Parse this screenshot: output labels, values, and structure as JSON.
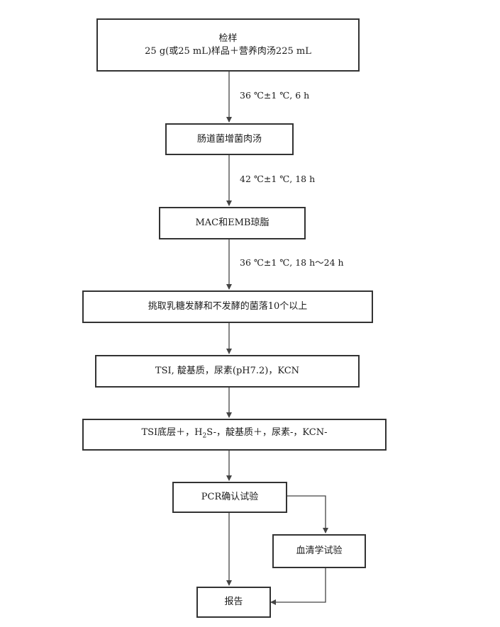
{
  "steps": {
    "sample": {
      "title": "检样",
      "detail": "25 g(或25 mL)样品＋营养肉汤225 mL"
    },
    "enrichment": {
      "label": "肠道菌增菌肉汤"
    },
    "agar": {
      "label": "MAC和EMB琼脂"
    },
    "pick": {
      "label": "挑取乳糖发酵和不发酵的菌落10个以上"
    },
    "biochem": {
      "label": "TSI, 靛基质，尿素(pH7.2)，KCN"
    },
    "result": {
      "label_a": "TSI底层＋，H",
      "label_sub": "2",
      "label_b": "S-，靛基质＋，尿素-，KCN-"
    },
    "pcr": {
      "label": "PCR确认试验"
    },
    "serology": {
      "label": "血清学试验"
    },
    "report": {
      "label": "报告"
    }
  },
  "conditions": {
    "c1": "36 ℃±1 ℃, 6 h",
    "c2": "42 ℃±1 ℃, 18 h",
    "c3": "36 ℃±1 ℃, 18 h～24 h"
  }
}
